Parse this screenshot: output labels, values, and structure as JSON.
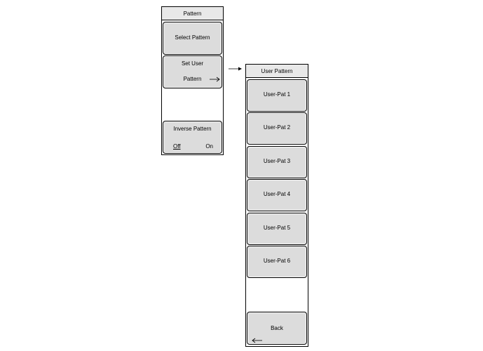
{
  "pattern_menu": {
    "title": "Pattern",
    "select_pattern": "Select Pattern",
    "set_user_line1": "Set User",
    "set_user_line2": "Pattern",
    "inverse_title": "Inverse Pattern",
    "inverse_off": "Off",
    "inverse_on": "On",
    "inverse_selected": "Off"
  },
  "user_pattern_menu": {
    "title": "User Pattern",
    "items": [
      "User-Pat 1",
      "User-Pat 2",
      "User-Pat 3",
      "User-Pat 4",
      "User-Pat 5",
      "User-Pat 6"
    ],
    "back": "Back"
  }
}
